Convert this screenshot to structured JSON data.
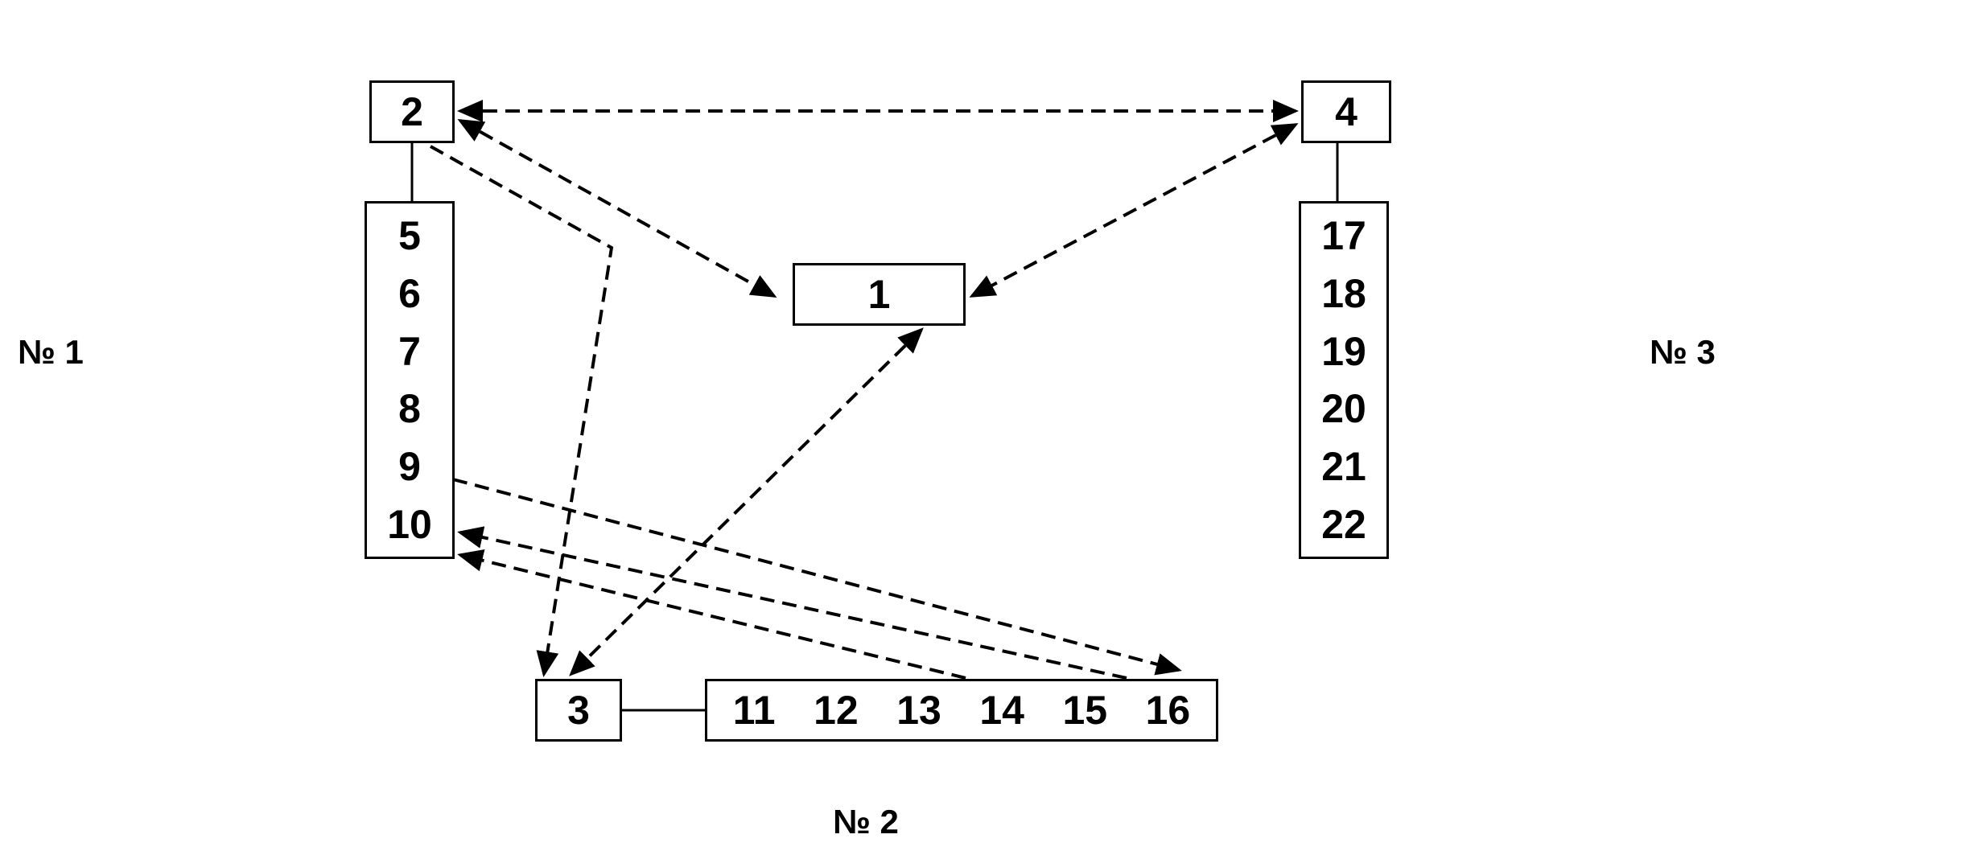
{
  "nodes": {
    "n1": "1",
    "n2": "2",
    "n3": "3",
    "n4": "4"
  },
  "lists": {
    "group1_items": [
      "5",
      "6",
      "7",
      "8",
      "9",
      "10"
    ],
    "group2_items": [
      "11",
      "12",
      "13",
      "14",
      "15",
      "16"
    ],
    "group3_items": [
      "17",
      "18",
      "19",
      "20",
      "21",
      "22"
    ]
  },
  "group_labels": {
    "group1": "№ 1",
    "group2": "№ 2",
    "group3": "№ 3"
  },
  "colors": {
    "stroke": "#000000",
    "background": "#ffffff"
  }
}
